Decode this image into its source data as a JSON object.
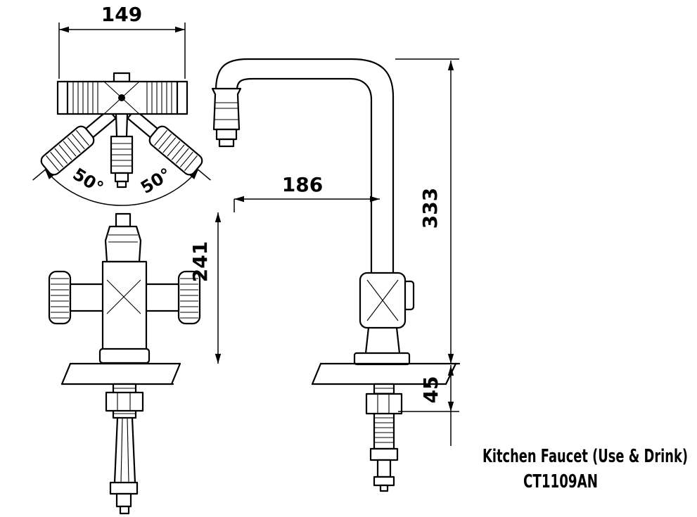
{
  "caption": {
    "title": "Kitchen Faucet (Use & Drink)",
    "model": "CT1109AN"
  },
  "dimensions": {
    "top_width": "149",
    "handle_swing_left": "50°",
    "handle_swing_right": "50°",
    "spout_reach": "186",
    "height_to_spout": "241",
    "overall_height": "333",
    "max_deck_thickness": "45"
  },
  "views": {
    "top_view": "faucet top view with handle swing angles",
    "front_view": "faucet front view with mounting shank and supply hoses",
    "side_view": "faucet side view with high-arc swivel spout"
  },
  "colors": {
    "line": "#000000",
    "background": "#ffffff"
  }
}
